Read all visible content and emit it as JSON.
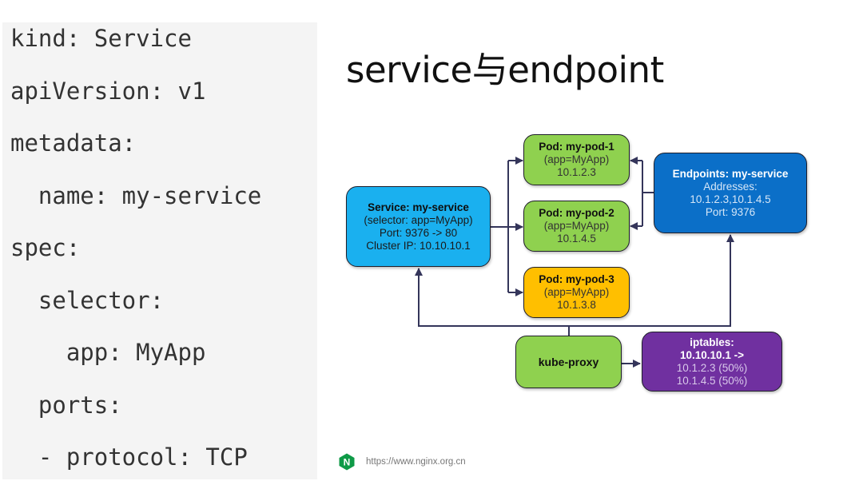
{
  "code": {
    "lines": [
      "kind: Service",
      "apiVersion: v1",
      "metadata:",
      "  name: my-service",
      "spec:",
      "  selector:",
      "    app: MyApp",
      "  ports:",
      "  - protocol: TCP"
    ]
  },
  "slide": {
    "title": "service与endpoint"
  },
  "diagram": {
    "service": {
      "title": "Service: my-service",
      "lines": [
        "(selector: app=MyApp)",
        "Port: 9376 -> 80",
        "Cluster IP: 10.10.10.1"
      ],
      "color": "#1ab0ef"
    },
    "pods": [
      {
        "title": "Pod: my-pod-1",
        "label": "(app=MyApp)",
        "ip": "10.1.2.3",
        "color": "#8fd14f"
      },
      {
        "title": "Pod: my-pod-2",
        "label": "(app=MyApp)",
        "ip": "10.1.4.5",
        "color": "#8fd14f"
      },
      {
        "title": "Pod: my-pod-3",
        "label": "(app=MyApp)",
        "ip": "10.1.3.8",
        "color": "#ffbf00"
      }
    ],
    "endpoints": {
      "title": "Endpoints: my-service",
      "lines": [
        "Addresses:",
        "10.1.2.3,10.1.4.5",
        "Port: 9376"
      ],
      "color": "#0b6fc8"
    },
    "kube_proxy": {
      "label": "kube-proxy",
      "color": "#8fd14f"
    },
    "iptables": {
      "title": "iptables:",
      "rule": "10.10.10.1 ->",
      "lines": [
        "10.1.2.3 (50%)",
        "10.1.4.5 (50%)"
      ],
      "color": "#7030a0"
    },
    "connector_color": "#34355a"
  },
  "footer": {
    "logo_icon": "nginx-logo-icon",
    "logo_letter": "N",
    "url": "https://www.nginx.org.cn"
  }
}
